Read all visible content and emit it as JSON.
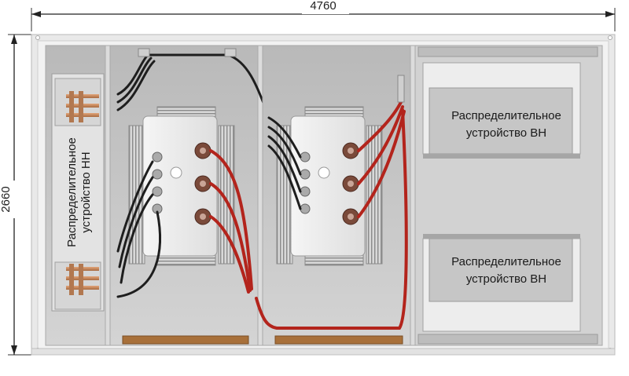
{
  "dimensions": {
    "width_label": "4760",
    "height_label": "2660"
  },
  "labels": {
    "lv_switchgear_line1": "Распределительное",
    "lv_switchgear_line2": "устройство НН",
    "hv_switchgear_top_line1": "Распределительное",
    "hv_switchgear_top_line2": "устройство ВН",
    "hv_switchgear_bottom_line1": "Распределительное",
    "hv_switchgear_bottom_line2": "устройство ВН"
  },
  "colors": {
    "enclosure": "#e6e6e6",
    "floor": "#c9c9c9",
    "hv_cable": "#b3241c",
    "lv_cable": "#1e1e1e",
    "copper": "#c98a5a",
    "bushing": "#7a4a3a"
  }
}
